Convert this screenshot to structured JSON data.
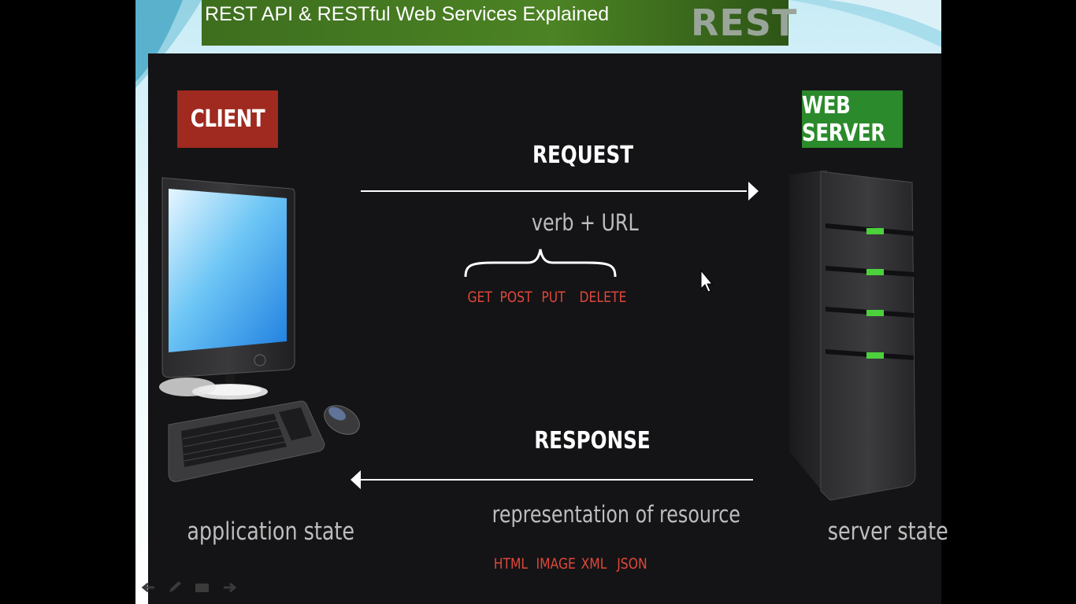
{
  "slide": {
    "title": "REST API & RESTful Web Services Explained",
    "badge": "REST"
  },
  "diagram": {
    "client_label": "CLIENT",
    "server_label": "WEB SERVER",
    "request": {
      "heading": "REQUEST",
      "detail": "verb + URL",
      "verbs": [
        "GET",
        "POST",
        "PUT",
        "DELETE"
      ]
    },
    "response": {
      "heading": "RESPONSE",
      "detail": "representation of resource",
      "formats": [
        "HTML",
        "IMAGE",
        "XML",
        "JSON"
      ]
    },
    "client_caption": "application state",
    "server_caption": "server state"
  },
  "colors": {
    "client_box": "#a02a1f",
    "server_box": "#2b8a2b",
    "accent_red": "#e0473a",
    "title_green": "#4c8324",
    "video_bg": "#141416"
  },
  "toolbar_icons": [
    "back-arrow-icon",
    "pen-icon",
    "slides-icon",
    "forward-arrow-icon"
  ]
}
